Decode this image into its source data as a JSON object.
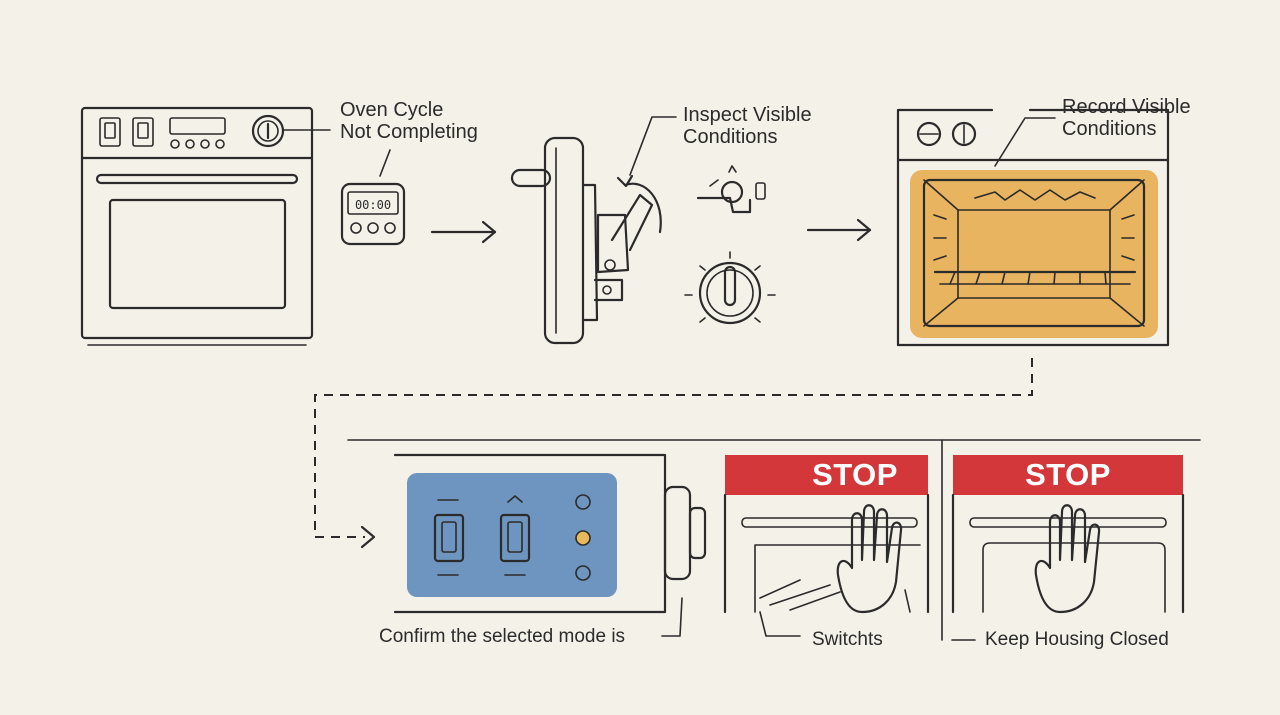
{
  "steps": {
    "oven_cycle": {
      "label_line1": "Oven Cycle",
      "label_line2": "Not Completing"
    },
    "inspect": {
      "label_line1": "Inspect Visible",
      "label_line2": "Conditions"
    },
    "record": {
      "label_line1": "Record Visible",
      "label_line2": "Conditions"
    },
    "confirm": {
      "label": "Confirm the selected mode is"
    },
    "switches": {
      "stop_text": "STOP",
      "label": "Switchts"
    },
    "housing": {
      "stop_text": "STOP",
      "label": "Keep Housing Closed"
    }
  },
  "timer": {
    "display": "00:00"
  },
  "colors": {
    "background": "#f4f1e8",
    "ink": "#2b2b2b",
    "oven_interior": "#e8b45f",
    "switch_panel": "#6e95bf",
    "stop_banner": "#d4373a",
    "indicator_light": "#e8b85a"
  }
}
